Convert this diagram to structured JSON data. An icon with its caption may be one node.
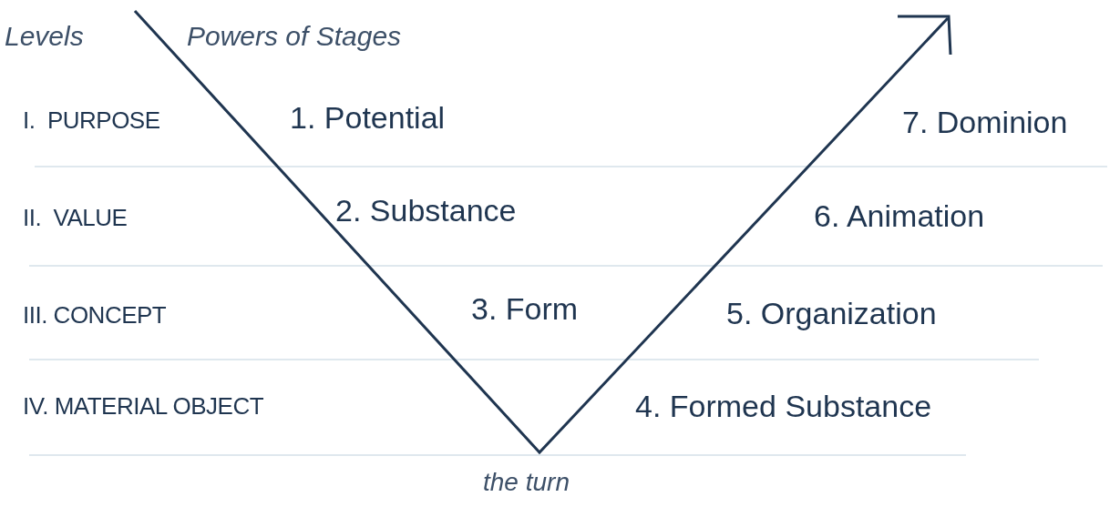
{
  "diagram": {
    "labels": [
      "Levels",
      "Powers of Stages",
      "I.  PURPOSE",
      "1. Potential",
      "7. Dominion",
      "II.  VALUE",
      "2. Substance",
      "6. Animation",
      "III. CONCEPT",
      "3. Form",
      "5. Organization",
      "IV. MATERIAL OBJECT",
      "4. Formed Substance",
      "the turn"
    ]
  }
}
